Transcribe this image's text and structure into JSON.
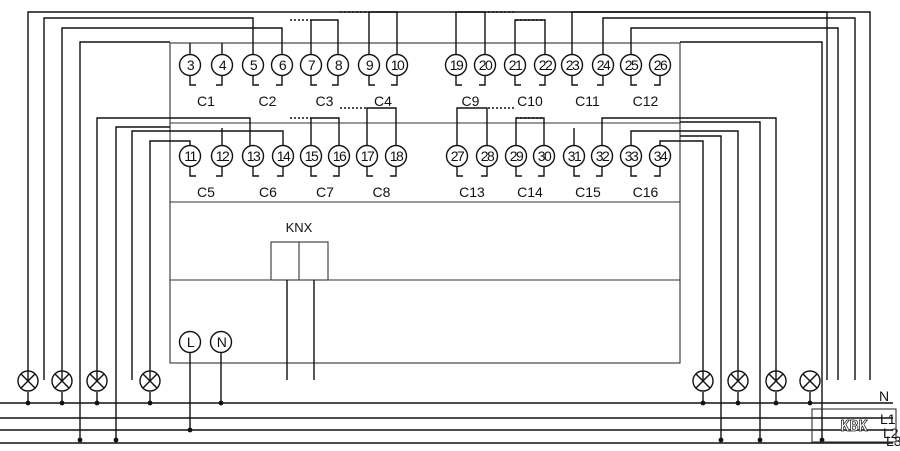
{
  "bus_label": "KNX",
  "line_labels": {
    "neutral": "N",
    "phase1": "L1",
    "phase2": "L2",
    "phase3": "L3"
  },
  "brand": "KBK",
  "supply_terminals": [
    "L",
    "N"
  ],
  "terminals_row1": [
    "3",
    "4",
    "5",
    "6",
    "7",
    "8",
    "9",
    "10",
    "19",
    "20",
    "21",
    "22",
    "23",
    "24",
    "25",
    "26"
  ],
  "terminals_row2": [
    "11",
    "12",
    "13",
    "14",
    "15",
    "16",
    "17",
    "18",
    "27",
    "28",
    "29",
    "30",
    "31",
    "32",
    "33",
    "34"
  ],
  "channels_row1": [
    "C1",
    "C2",
    "C3",
    "C4",
    "C9",
    "C10",
    "C11",
    "C12"
  ],
  "channels_row2": [
    "C5",
    "C6",
    "C7",
    "C8",
    "C13",
    "C14",
    "C15",
    "C16"
  ]
}
